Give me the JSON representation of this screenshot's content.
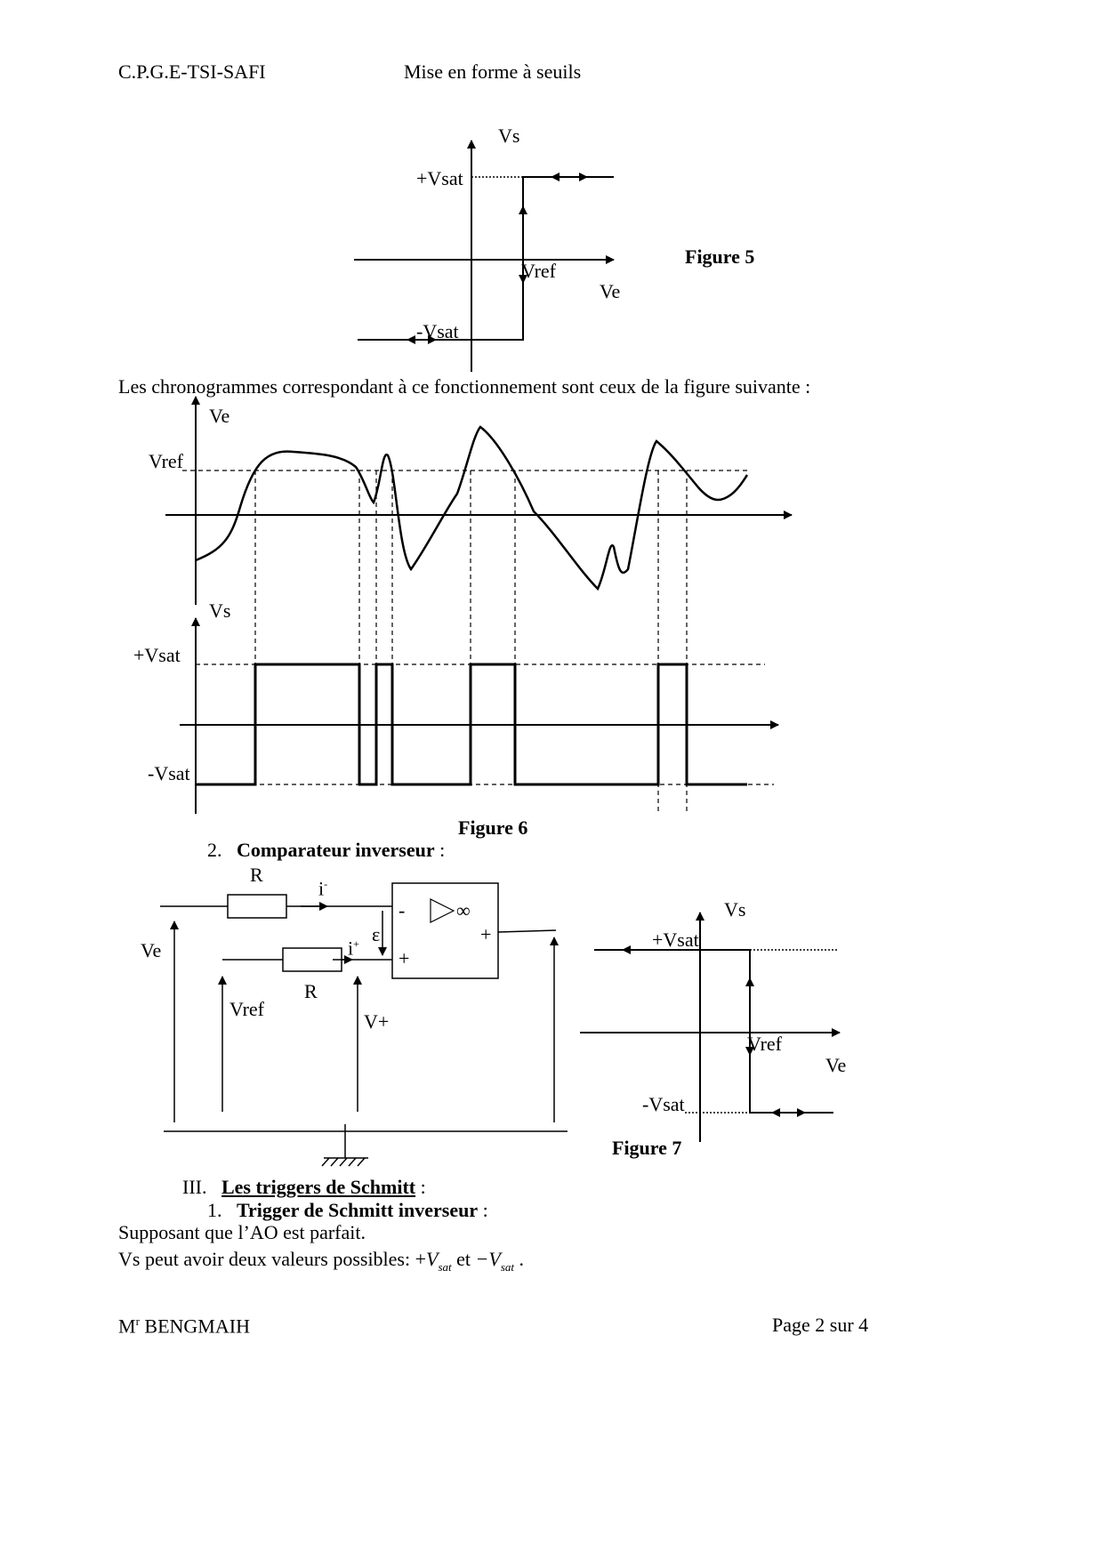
{
  "header": {
    "left": "C.P.G.E-TSI-SAFI",
    "center": "Mise en forme à seuils"
  },
  "figure5": {
    "caption": "Figure 5",
    "labels": {
      "vs": "Vs",
      "vsat_pos": "+Vsat",
      "vsat_neg": "-Vsat",
      "vref": "Vref",
      "ve": "Ve"
    }
  },
  "intro_text": "Les chronogrammes correspondant à ce fonctionnement sont ceux de la figure suivante :",
  "figure6": {
    "caption": "Figure 6",
    "labels": {
      "ve": "Ve",
      "vref": "Vref",
      "vs": "Vs",
      "vsat_pos": "+Vsat",
      "vsat_neg": "-Vsat"
    }
  },
  "section2": {
    "number": "2.",
    "title": "Comparateur inverseur",
    "colon": " :"
  },
  "circuit": {
    "r_top": "R",
    "r_bottom": "R",
    "i_minus": "i",
    "i_minus_sup": "-",
    "i_plus": "i",
    "i_plus_sup": "+",
    "epsilon": "ε",
    "minus": "-",
    "plus": "+",
    "out_plus": "+",
    "infinity": "∞",
    "ve": "Ve",
    "vref": "Vref",
    "vplus": "V+"
  },
  "figure7": {
    "caption": "Figure 7",
    "labels": {
      "vs": "Vs",
      "vsat_pos": "+Vsat",
      "vsat_neg": "-Vsat",
      "vref": "Vref",
      "ve": "Ve"
    }
  },
  "section3": {
    "number": "III.",
    "title": "Les triggers de Schmitt",
    "colon": " :"
  },
  "subsection1": {
    "number": "1.",
    "title": "Trigger de Schmitt inverseur",
    "colon": " :"
  },
  "body": {
    "line1": "Supposant que l’AO est parfait.",
    "line2_prefix": "Vs peut avoir deux valeurs possibles:  +",
    "v": "V",
    "sat": "sat",
    "et": " et ",
    "minus_v": "−V",
    "end": " ."
  },
  "footer": {
    "author": "M",
    "author_sup": "r",
    "author_name": " BENGMAIH",
    "page": "Page 2 sur 4"
  }
}
